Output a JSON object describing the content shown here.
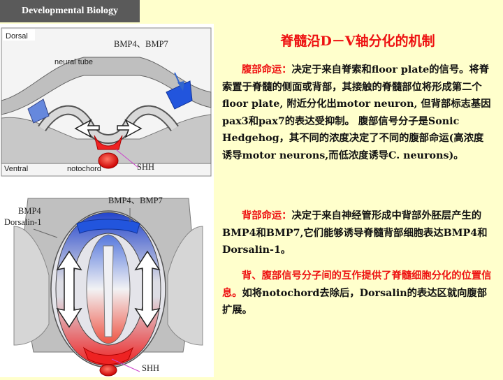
{
  "header_tag": "Developmental Biology",
  "figure": {
    "top_panel": {
      "dorsal": "Dorsal",
      "neural_tube": "neural tube",
      "ventral": "Ventral",
      "notochord": "notochord",
      "signal_top": "BMP4、BMP7",
      "signal_bottom": "SHH"
    },
    "bottom_panel": {
      "signal_top": "BMP4、BMP7",
      "signal_left_1": "BMP4",
      "signal_left_2": "Dorsalin-1",
      "signal_bottom": "SHH"
    }
  },
  "text": {
    "title": "脊髓沿D－V轴分化的机制",
    "p1_label": "腹部命运：",
    "p1_body": "决定于来自脊索和floor plate的信号。将脊索置于脊髓的侧面或背部，其接触的脊髓部位将形成第二个floor plate, 附近分化出motor neuron, 但背部标志基因pax3和pax7的表达受抑制。 腹部信号分子是Sonic Hedgehog，其不同的浓度决定了不同的腹部命运(高浓度诱导motor neurons,而低浓度诱导C. neurons)。",
    "p2_label": "背部命运：",
    "p2_body": "决定于来自神经管形成中背部外胚层产生的BMP4和BMP7,它们能够诱导脊髓背部细胞表达BMP4和Dorsalin-1。",
    "p3_label": "背、腹部信号分子间的互作提供了脊髓细胞分化的位置信息。",
    "p3_body": "如将notochord去除后，Dorsalin的表达区就向腹部扩展。"
  }
}
